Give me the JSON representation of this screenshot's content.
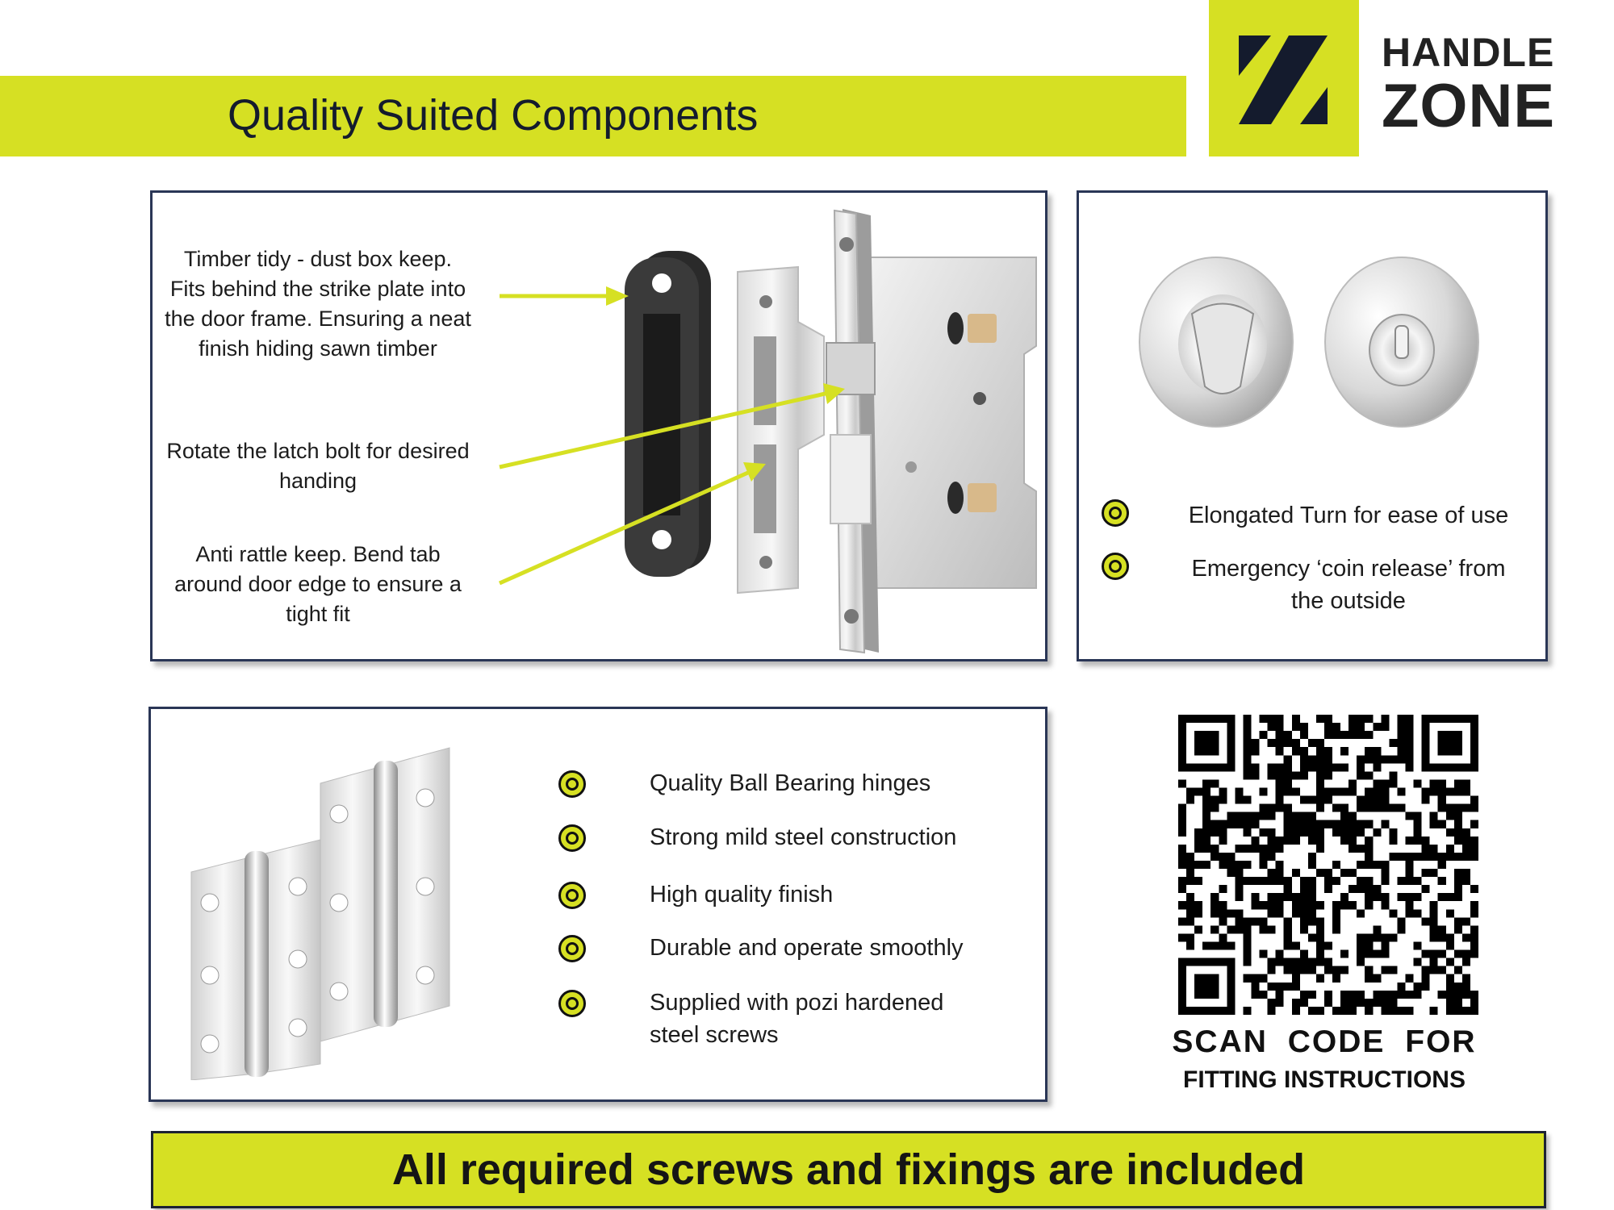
{
  "header": {
    "title": "Quality Suited Components",
    "brand_line1": "HANDLE",
    "brand_line2": "ZONE"
  },
  "lock_panel": {
    "notes": [
      "Timber tidy - dust box keep. Fits behind the strike plate into the door frame. Ensuring a neat finish hiding sawn timber",
      "Rotate the latch bolt for desired handing",
      "Anti rattle keep. Bend tab around door edge to ensure a tight fit"
    ]
  },
  "turn_panel": {
    "features": [
      "Elongated Turn for ease of use",
      "Emergency ‘coin release’ from the outside"
    ]
  },
  "hinge_panel": {
    "features": [
      "Quality Ball Bearing hinges",
      "Strong mild steel construction",
      "High quality finish",
      "Durable and operate smoothly",
      "Supplied with pozi hardened steel screws"
    ]
  },
  "qr": {
    "caption_line1": "SCAN CODE FOR",
    "caption_line2": "FITTING INSTRUCTIONS"
  },
  "footer": {
    "text": "All required screws and fixings are included"
  },
  "colors": {
    "accent": "#d6e023",
    "navy": "#141b2d",
    "panel_border": "#2a3656"
  }
}
